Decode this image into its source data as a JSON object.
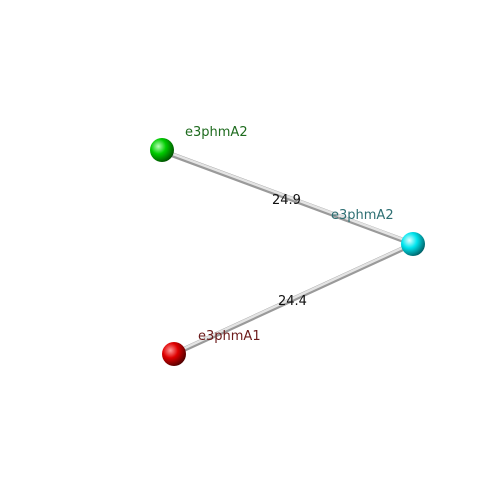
{
  "nodes": [
    {
      "id": "n1",
      "label": "e3phmA2",
      "color": "#00cc00",
      "label_color": "#1e6b1e"
    },
    {
      "id": "n2",
      "label": "e3phmA2",
      "color": "#00e5ee",
      "label_color": "#2e6f73"
    },
    {
      "id": "n3",
      "label": "e3phmA1",
      "color": "#e00000",
      "label_color": "#6b1a1a"
    }
  ],
  "edges": [
    {
      "from": "n1",
      "to": "n2",
      "label": "24.9"
    },
    {
      "from": "n3",
      "to": "n2",
      "label": "24.4"
    }
  ],
  "edge_color": "#c8c8c8"
}
